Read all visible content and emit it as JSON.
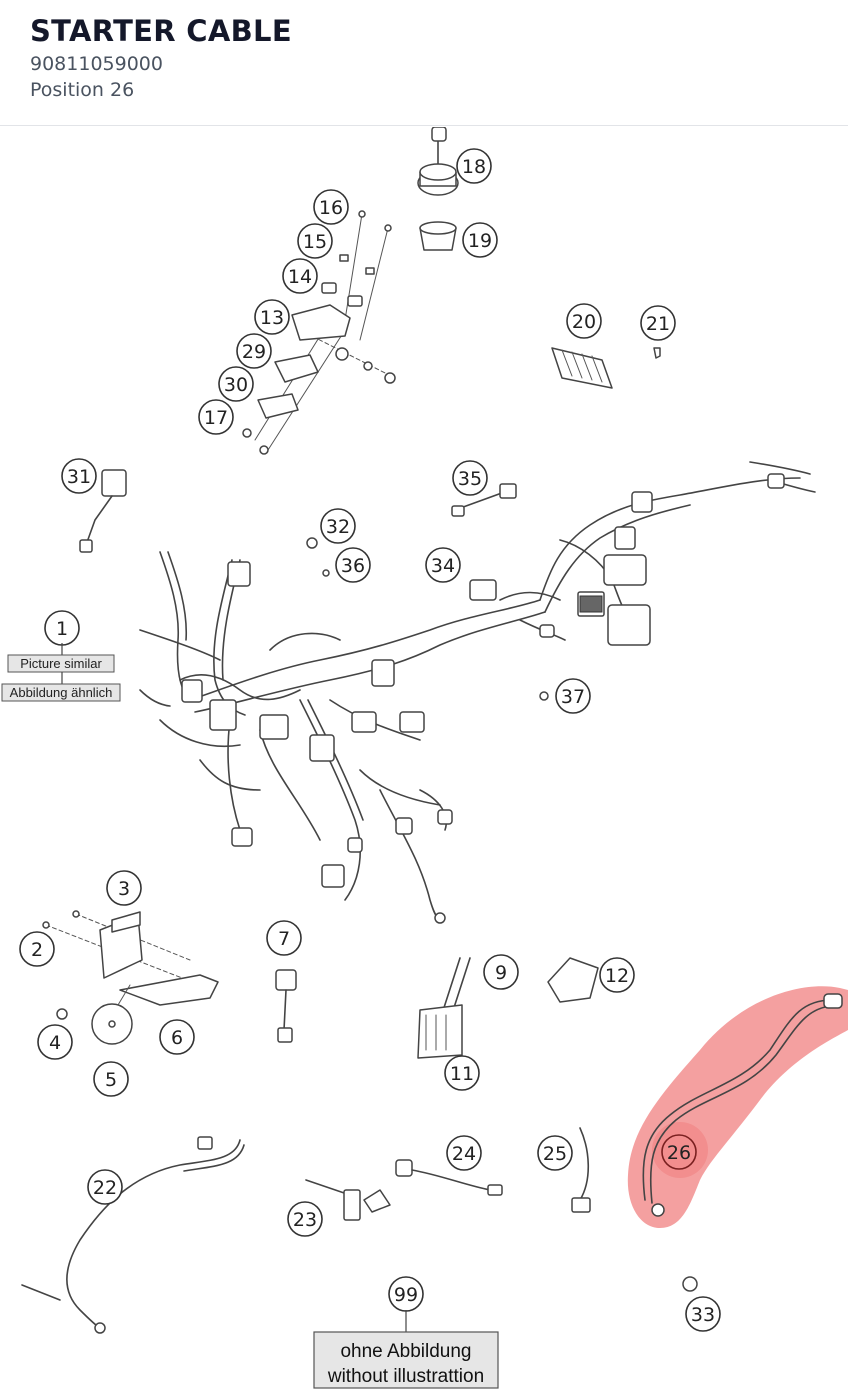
{
  "header": {
    "title": "STARTER CABLE",
    "part_number": "90811059000",
    "position": "Position 26"
  },
  "diagram": {
    "highlight_color": "#f08080",
    "callouts": [
      "18",
      "16",
      "19",
      "15",
      "14",
      "20",
      "21",
      "13",
      "29",
      "30",
      "17",
      "31",
      "35",
      "32",
      "36",
      "34",
      "1",
      "37",
      "3",
      "2",
      "7",
      "9",
      "12",
      "4",
      "6",
      "5",
      "11",
      "26",
      "22",
      "24",
      "25",
      "23",
      "33",
      "99"
    ],
    "note_picture_similar": "Picture similar",
    "note_abbildung": "Abbildung ähnlich",
    "note_ohne": "ohne Abbildung",
    "note_without": "without illustrattion"
  }
}
